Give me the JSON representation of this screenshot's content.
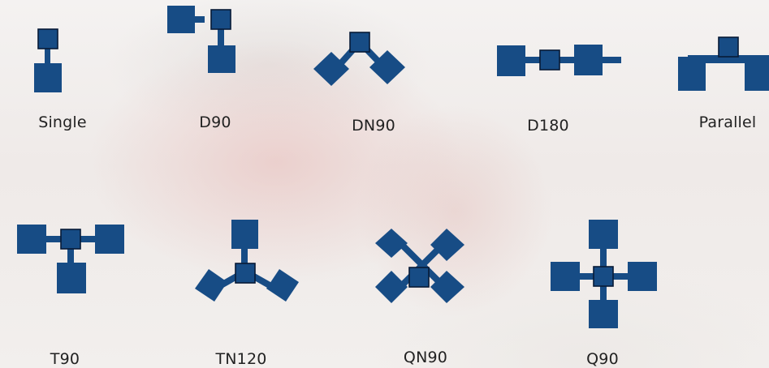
{
  "configurations": [
    {
      "id": "single",
      "label": "Single"
    },
    {
      "id": "d90",
      "label": "D90"
    },
    {
      "id": "dn90",
      "label": "DN90"
    },
    {
      "id": "d180",
      "label": "D180"
    },
    {
      "id": "parallel",
      "label": "Parallel"
    },
    {
      "id": "t90",
      "label": "T90"
    },
    {
      "id": "tn120",
      "label": "TN120"
    },
    {
      "id": "qn90",
      "label": "QN90"
    },
    {
      "id": "q90",
      "label": "Q90"
    }
  ],
  "colors": {
    "shape_fill": "#174c85",
    "hub_outline": "#071a36",
    "label_text": "#222222"
  }
}
